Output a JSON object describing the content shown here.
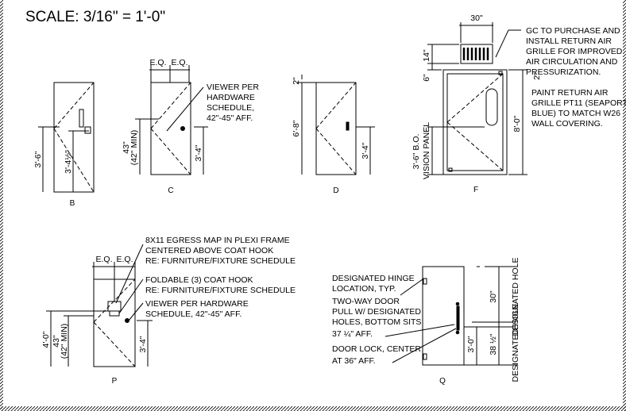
{
  "title": "SCALE: 3/16\" = 1'-0\"",
  "eq": "E.Q.",
  "labels": {
    "B": "B",
    "C": "C",
    "D": "D",
    "F": "F",
    "P": "P",
    "Q": "Q"
  },
  "dims": {
    "d3_6": "3'-6\"",
    "d3_4_5": "3'-4½\"",
    "d43": "43\"",
    "d42min": "(42\" MIN)",
    "d3_4": "3'-4\"",
    "d2": "2\"",
    "d6_8": "6'-8\"",
    "d30": "30\"",
    "d14": "14\"",
    "d6": "6\"",
    "d8_0": "8'-0\"",
    "d3_6bo": "3'-6\" B.O.",
    "vision_panel": "VISION PANEL",
    "d4_0": "4'-0\"",
    "d3_0": "3'-0\"",
    "d38": "38 ½\"",
    "designated_hole": "DESIGNATED HOLE"
  },
  "notes": {
    "viewer_c": [
      "VIEWER PER",
      "HARDWARE",
      "SCHEDULE,",
      "42\"-45\" AFF."
    ],
    "gc": [
      "GC TO PURCHASE AND",
      "INSTALL RETURN AIR",
      "GRILLE FOR IMPROVED",
      "AIR CIRCULATION AND",
      "PRESSURIZATION."
    ],
    "paint": [
      "PAINT RETURN AIR",
      "GRILLE PT11 (SEAPORT",
      "BLUE) TO MATCH W26",
      "WALL COVERING."
    ],
    "egress": [
      "8X11 EGRESS MAP IN PLEXI FRAME",
      "CENTERED ABOVE COAT HOOK",
      "RE: FURNITURE/FIXTURE SCHEDULE"
    ],
    "hook": [
      "FOLDABLE (3) COAT HOOK",
      "RE: FURNITURE/FIXTURE SCHEDULE"
    ],
    "viewer_p": [
      "VIEWER PER HARDWARE",
      "SCHEDULE, 42\"-45\" AFF."
    ],
    "hinge": [
      "DESIGNATED HINGE",
      "LOCATION, TYP."
    ],
    "twoway": [
      "TWO-WAY DOOR",
      "PULL W/ DESIGNATED",
      "HOLES, BOTTOM SITS",
      "37 ¼\" AFF."
    ],
    "lock": [
      "DOOR LOCK, CENTER",
      "AT 36\" AFF."
    ]
  }
}
